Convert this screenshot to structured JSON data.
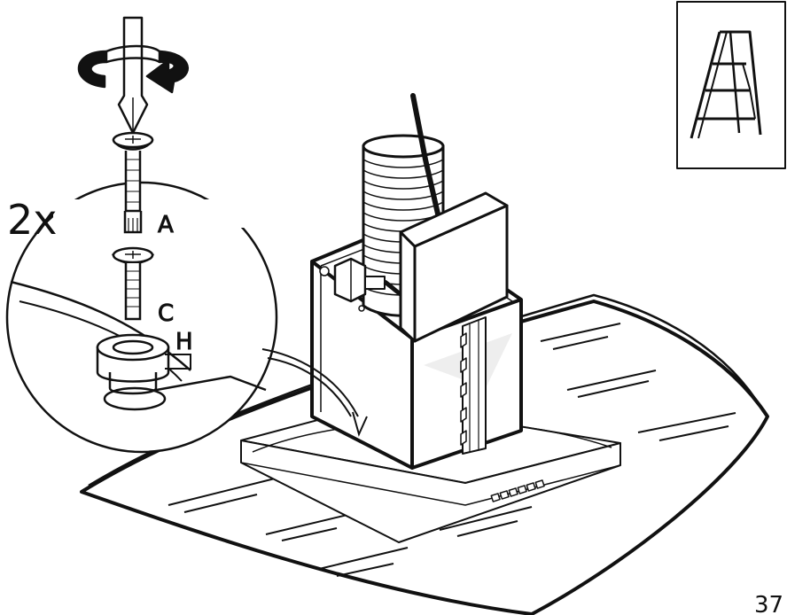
{
  "quantity_label": "2x",
  "part_labels": {
    "a": "A",
    "c": "C",
    "h": "H"
  },
  "page_number": "37",
  "icons": {
    "rotation": "rotate-clockwise-arrow-icon",
    "screwdriver": "screwdriver-icon",
    "ladder": "step-ladder-icon"
  },
  "colors": {
    "line": "#111111",
    "background": "#ffffff",
    "glass": "#ffffff"
  }
}
